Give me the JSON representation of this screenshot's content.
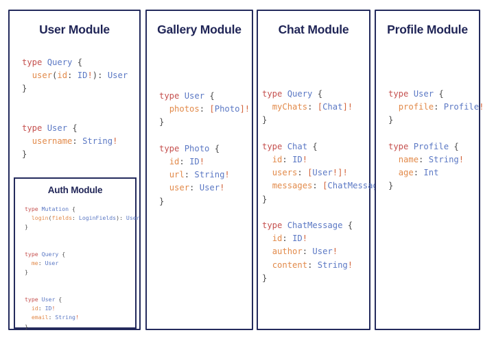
{
  "diagram": {
    "title_color": "#1f2456",
    "border_color": "#232a5c",
    "background": "#ffffff",
    "syntax_colors": {
      "keyword": "#c5504e",
      "type_name": "#5b78c4",
      "field_name": "#e28a4a",
      "punctuation": "#4a4a4a",
      "bracket_bang": "#d2643c"
    }
  },
  "panels": [
    {
      "id": "user",
      "title": "User Module",
      "code_lines": [
        [
          {
            "t": "type",
            "c": "k"
          },
          {
            "t": " ",
            "c": "p"
          },
          {
            "t": "Query",
            "c": "t"
          },
          {
            "t": " {",
            "c": "p"
          }
        ],
        [
          {
            "t": "  ",
            "c": "p"
          },
          {
            "t": "user",
            "c": "f"
          },
          {
            "t": "(",
            "c": "p"
          },
          {
            "t": "id",
            "c": "f"
          },
          {
            "t": ": ",
            "c": "p"
          },
          {
            "t": "ID",
            "c": "c"
          },
          {
            "t": "!",
            "c": "b"
          },
          {
            "t": ")",
            "c": "p"
          },
          {
            "t": ": ",
            "c": "p"
          },
          {
            "t": "User",
            "c": "c"
          }
        ],
        [
          {
            "t": "}",
            "c": "p"
          }
        ],
        [
          {
            "t": "",
            "c": "p"
          }
        ],
        [
          {
            "t": "",
            "c": "p"
          }
        ],
        [
          {
            "t": "type",
            "c": "k"
          },
          {
            "t": " ",
            "c": "p"
          },
          {
            "t": "User",
            "c": "t"
          },
          {
            "t": " {",
            "c": "p"
          }
        ],
        [
          {
            "t": "  ",
            "c": "p"
          },
          {
            "t": "username",
            "c": "f"
          },
          {
            "t": ": ",
            "c": "p"
          },
          {
            "t": "String",
            "c": "c"
          },
          {
            "t": "!",
            "c": "b"
          }
        ],
        [
          {
            "t": "}",
            "c": "p"
          }
        ]
      ],
      "subpanel": {
        "id": "auth",
        "title": "Auth Module",
        "code_lines": [
          [
            {
              "t": "type",
              "c": "k"
            },
            {
              "t": " ",
              "c": "p"
            },
            {
              "t": "Mutation",
              "c": "t"
            },
            {
              "t": " {",
              "c": "p"
            }
          ],
          [
            {
              "t": "  ",
              "c": "p"
            },
            {
              "t": "login",
              "c": "f"
            },
            {
              "t": "(",
              "c": "p"
            },
            {
              "t": "fields",
              "c": "f"
            },
            {
              "t": ": ",
              "c": "p"
            },
            {
              "t": "LoginFields",
              "c": "c"
            },
            {
              "t": ")",
              "c": "p"
            },
            {
              "t": ": ",
              "c": "p"
            },
            {
              "t": "User",
              "c": "c"
            }
          ],
          [
            {
              "t": "}",
              "c": "p"
            }
          ],
          [
            {
              "t": "",
              "c": "p"
            }
          ],
          [
            {
              "t": "",
              "c": "p"
            }
          ],
          [
            {
              "t": "type",
              "c": "k"
            },
            {
              "t": " ",
              "c": "p"
            },
            {
              "t": "Query",
              "c": "t"
            },
            {
              "t": " {",
              "c": "p"
            }
          ],
          [
            {
              "t": "  ",
              "c": "p"
            },
            {
              "t": "me",
              "c": "f"
            },
            {
              "t": ": ",
              "c": "p"
            },
            {
              "t": "User",
              "c": "c"
            }
          ],
          [
            {
              "t": "}",
              "c": "p"
            }
          ],
          [
            {
              "t": "",
              "c": "p"
            }
          ],
          [
            {
              "t": "",
              "c": "p"
            }
          ],
          [
            {
              "t": "type",
              "c": "k"
            },
            {
              "t": " ",
              "c": "p"
            },
            {
              "t": "User",
              "c": "t"
            },
            {
              "t": " {",
              "c": "p"
            }
          ],
          [
            {
              "t": "  ",
              "c": "p"
            },
            {
              "t": "id",
              "c": "f"
            },
            {
              "t": ": ",
              "c": "p"
            },
            {
              "t": "ID",
              "c": "c"
            },
            {
              "t": "!",
              "c": "b"
            }
          ],
          [
            {
              "t": "  ",
              "c": "p"
            },
            {
              "t": "email",
              "c": "f"
            },
            {
              "t": ": ",
              "c": "p"
            },
            {
              "t": "String",
              "c": "c"
            },
            {
              "t": "!",
              "c": "b"
            }
          ],
          [
            {
              "t": "}",
              "c": "p"
            }
          ]
        ]
      }
    },
    {
      "id": "gallery",
      "title": "Gallery Module",
      "code_lines": [
        [
          {
            "t": "type",
            "c": "k"
          },
          {
            "t": " ",
            "c": "p"
          },
          {
            "t": "User",
            "c": "t"
          },
          {
            "t": " {",
            "c": "p"
          }
        ],
        [
          {
            "t": "  ",
            "c": "p"
          },
          {
            "t": "photos",
            "c": "f"
          },
          {
            "t": ": ",
            "c": "p"
          },
          {
            "t": "[",
            "c": "b"
          },
          {
            "t": "Photo",
            "c": "c"
          },
          {
            "t": "]!",
            "c": "b"
          }
        ],
        [
          {
            "t": "}",
            "c": "p"
          }
        ],
        [
          {
            "t": "",
            "c": "p"
          }
        ],
        [
          {
            "t": "type",
            "c": "k"
          },
          {
            "t": " ",
            "c": "p"
          },
          {
            "t": "Photo",
            "c": "t"
          },
          {
            "t": " {",
            "c": "p"
          }
        ],
        [
          {
            "t": "  ",
            "c": "p"
          },
          {
            "t": "id",
            "c": "f"
          },
          {
            "t": ": ",
            "c": "p"
          },
          {
            "t": "ID",
            "c": "c"
          },
          {
            "t": "!",
            "c": "b"
          }
        ],
        [
          {
            "t": "  ",
            "c": "p"
          },
          {
            "t": "url",
            "c": "f"
          },
          {
            "t": ": ",
            "c": "p"
          },
          {
            "t": "String",
            "c": "c"
          },
          {
            "t": "!",
            "c": "b"
          }
        ],
        [
          {
            "t": "  ",
            "c": "p"
          },
          {
            "t": "user",
            "c": "f"
          },
          {
            "t": ": ",
            "c": "p"
          },
          {
            "t": "User",
            "c": "c"
          },
          {
            "t": "!",
            "c": "b"
          }
        ],
        [
          {
            "t": "}",
            "c": "p"
          }
        ]
      ],
      "subpanel": null
    },
    {
      "id": "chat",
      "title": "Chat Module",
      "code_lines": [
        [
          {
            "t": "type",
            "c": "k"
          },
          {
            "t": " ",
            "c": "p"
          },
          {
            "t": "Query",
            "c": "t"
          },
          {
            "t": " {",
            "c": "p"
          }
        ],
        [
          {
            "t": "  ",
            "c": "p"
          },
          {
            "t": "myChats",
            "c": "f"
          },
          {
            "t": ": ",
            "c": "p"
          },
          {
            "t": "[",
            "c": "b"
          },
          {
            "t": "Chat",
            "c": "c"
          },
          {
            "t": "]!",
            "c": "b"
          }
        ],
        [
          {
            "t": "}",
            "c": "p"
          }
        ],
        [
          {
            "t": "",
            "c": "p"
          }
        ],
        [
          {
            "t": "type",
            "c": "k"
          },
          {
            "t": " ",
            "c": "p"
          },
          {
            "t": "Chat",
            "c": "t"
          },
          {
            "t": " {",
            "c": "p"
          }
        ],
        [
          {
            "t": "  ",
            "c": "p"
          },
          {
            "t": "id",
            "c": "f"
          },
          {
            "t": ": ",
            "c": "p"
          },
          {
            "t": "ID",
            "c": "c"
          },
          {
            "t": "!",
            "c": "b"
          }
        ],
        [
          {
            "t": "  ",
            "c": "p"
          },
          {
            "t": "users",
            "c": "f"
          },
          {
            "t": ": ",
            "c": "p"
          },
          {
            "t": "[",
            "c": "b"
          },
          {
            "t": "User",
            "c": "c"
          },
          {
            "t": "!]!",
            "c": "b"
          }
        ],
        [
          {
            "t": "  ",
            "c": "p"
          },
          {
            "t": "messages",
            "c": "f"
          },
          {
            "t": ": ",
            "c": "p"
          },
          {
            "t": "[",
            "c": "b"
          },
          {
            "t": "ChatMessage",
            "c": "c"
          },
          {
            "t": "]!",
            "c": "b"
          }
        ],
        [
          {
            "t": "}",
            "c": "p"
          }
        ],
        [
          {
            "t": "",
            "c": "p"
          }
        ],
        [
          {
            "t": "type",
            "c": "k"
          },
          {
            "t": " ",
            "c": "p"
          },
          {
            "t": "ChatMessage",
            "c": "t"
          },
          {
            "t": " {",
            "c": "p"
          }
        ],
        [
          {
            "t": "  ",
            "c": "p"
          },
          {
            "t": "id",
            "c": "f"
          },
          {
            "t": ": ",
            "c": "p"
          },
          {
            "t": "ID",
            "c": "c"
          },
          {
            "t": "!",
            "c": "b"
          }
        ],
        [
          {
            "t": "  ",
            "c": "p"
          },
          {
            "t": "author",
            "c": "f"
          },
          {
            "t": ": ",
            "c": "p"
          },
          {
            "t": "User",
            "c": "c"
          },
          {
            "t": "!",
            "c": "b"
          }
        ],
        [
          {
            "t": "  ",
            "c": "p"
          },
          {
            "t": "content",
            "c": "f"
          },
          {
            "t": ": ",
            "c": "p"
          },
          {
            "t": "String",
            "c": "c"
          },
          {
            "t": "!",
            "c": "b"
          }
        ],
        [
          {
            "t": "}",
            "c": "p"
          }
        ]
      ],
      "subpanel": null
    },
    {
      "id": "profile",
      "title": "Profile Module",
      "code_lines": [
        [
          {
            "t": "type",
            "c": "k"
          },
          {
            "t": " ",
            "c": "p"
          },
          {
            "t": "User",
            "c": "t"
          },
          {
            "t": " {",
            "c": "p"
          }
        ],
        [
          {
            "t": "  ",
            "c": "p"
          },
          {
            "t": "profile",
            "c": "f"
          },
          {
            "t": ": ",
            "c": "p"
          },
          {
            "t": "Profile",
            "c": "c"
          },
          {
            "t": "!",
            "c": "b"
          }
        ],
        [
          {
            "t": "}",
            "c": "p"
          }
        ],
        [
          {
            "t": "",
            "c": "p"
          }
        ],
        [
          {
            "t": "type",
            "c": "k"
          },
          {
            "t": " ",
            "c": "p"
          },
          {
            "t": "Profile",
            "c": "t"
          },
          {
            "t": " {",
            "c": "p"
          }
        ],
        [
          {
            "t": "  ",
            "c": "p"
          },
          {
            "t": "name",
            "c": "f"
          },
          {
            "t": ": ",
            "c": "p"
          },
          {
            "t": "String",
            "c": "c"
          },
          {
            "t": "!",
            "c": "b"
          }
        ],
        [
          {
            "t": "  ",
            "c": "p"
          },
          {
            "t": "age",
            "c": "f"
          },
          {
            "t": ": ",
            "c": "p"
          },
          {
            "t": "Int",
            "c": "c"
          }
        ],
        [
          {
            "t": "}",
            "c": "p"
          }
        ]
      ],
      "subpanel": null
    }
  ]
}
